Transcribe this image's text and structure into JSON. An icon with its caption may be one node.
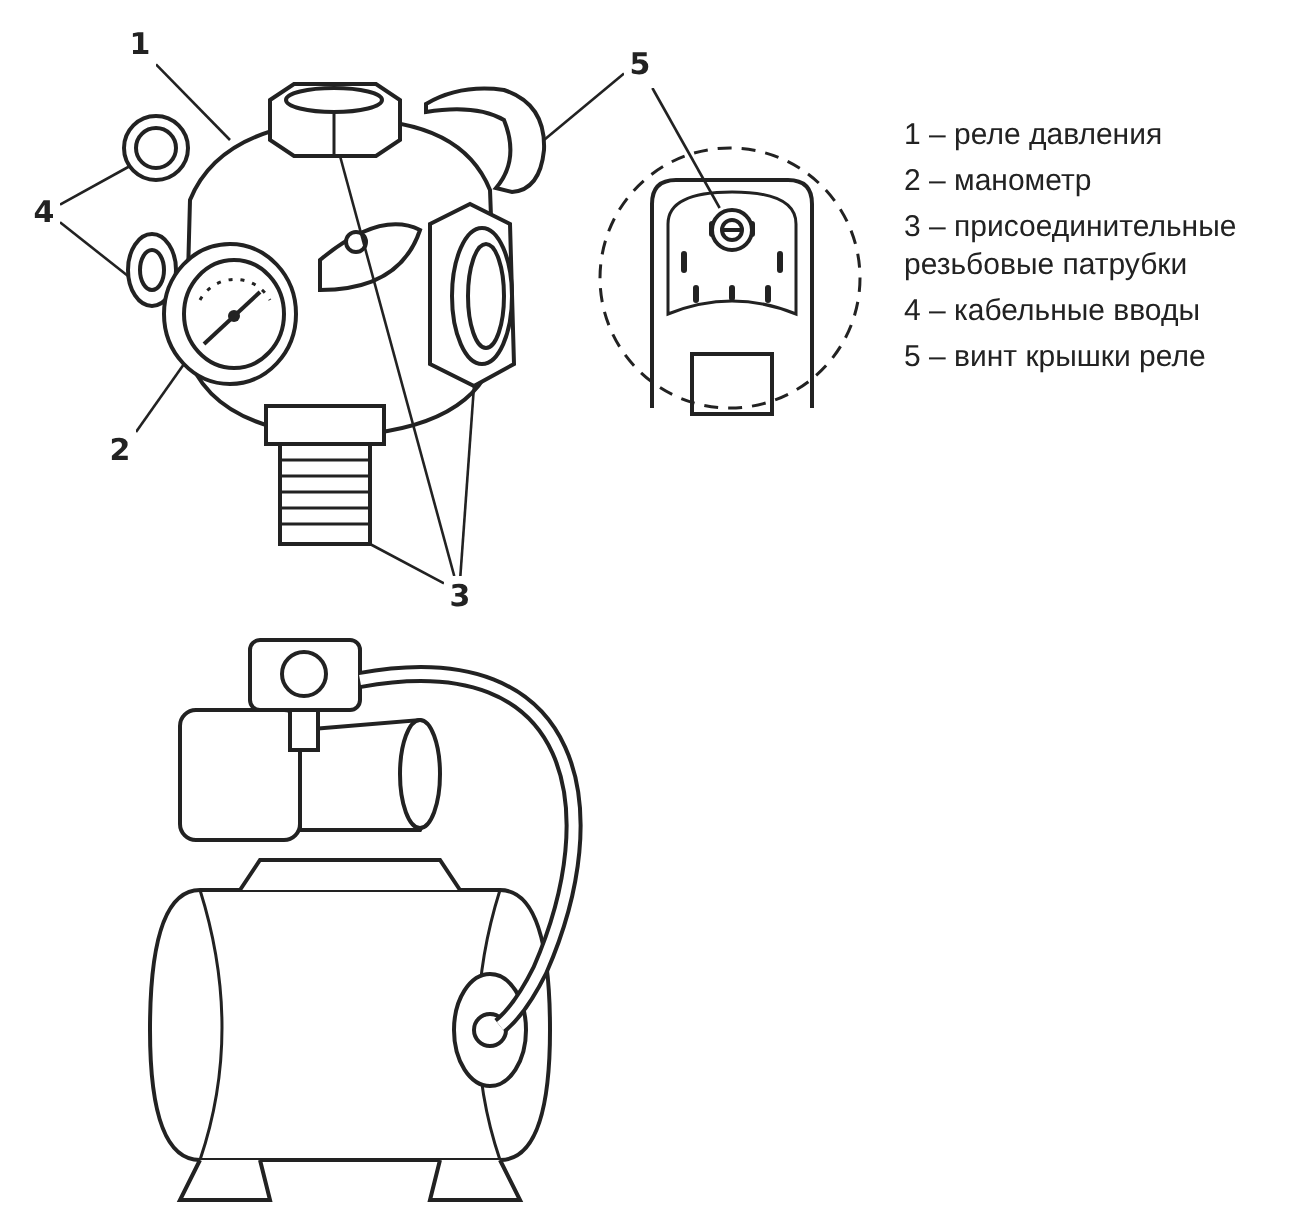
{
  "diagram": {
    "nodes": [
      {
        "text": [
          "1"
        ]
      },
      {
        "text": [],
        "shape": "picture"
      },
      {
        "text": [],
        "shape": "picture"
      },
      {
        "text": [],
        "shape": "picture"
      },
      {
        "text": [],
        "shape": "picture"
      },
      {
        "text": [],
        "shape": "picture"
      },
      {
        "text": [],
        "shape": "picture"
      },
      {
        "text": [],
        "shape": "picture"
      },
      {
        "text": [],
        "shape": "picture"
      },
      {
        "text": [
          "4"
        ]
      },
      {
        "text": [
          "2"
        ]
      },
      {
        "text": [
          "3"
        ]
      },
      {
        "text": [
          "5"
        ]
      },
      {
        "text": [],
        "shape": "picture"
      },
      {
        "text": [],
        "shape": "picture",
        "in": 13
      }
    ],
    "edges": [
      {
        "from": 0,
        "to": 1,
        "arrow": "none"
      },
      {
        "from": 9,
        "to": 2,
        "arrow": "none"
      },
      {
        "from": 9,
        "to": 3,
        "arrow": "none"
      },
      {
        "from": 10,
        "to": 4,
        "arrow": "none"
      },
      {
        "from": 11,
        "to": 5,
        "arrow": "none"
      },
      {
        "from": 11,
        "to": 6,
        "arrow": "none"
      },
      {
        "from": 11,
        "to": 7,
        "arrow": "none"
      },
      {
        "from": 12,
        "to": 8,
        "arrow": "none"
      },
      {
        "from": 12,
        "to": 14,
        "arrow": "none"
      }
    ],
    "labels": [
      "1 – реле давления",
      "2 – манометр",
      "3 – присоединительные резьбовые патрубки",
      "4 – кабельные вводы",
      "5 – винт крышки реле"
    ]
  }
}
